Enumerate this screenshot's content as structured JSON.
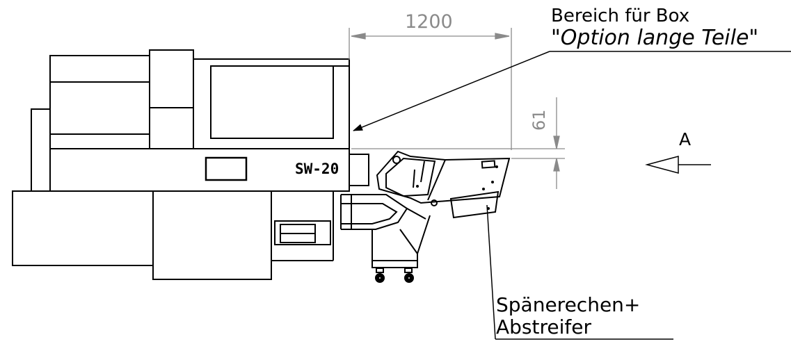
{
  "annotations": {
    "box_area_line1": "Bereich für Box",
    "box_area_line2": "\"Option lange Teile\"",
    "chip_rake_line1": "Spänerechen+",
    "chip_rake_line2": "Abstreifer"
  },
  "dimensions": {
    "width_dim": "1200",
    "height_dim": "61"
  },
  "view_marker": {
    "label": "A"
  },
  "machine": {
    "model_label": "SW-20"
  },
  "colors": {
    "line": "#000000",
    "dimension": "#8a8a8a",
    "background": "#ffffff"
  }
}
